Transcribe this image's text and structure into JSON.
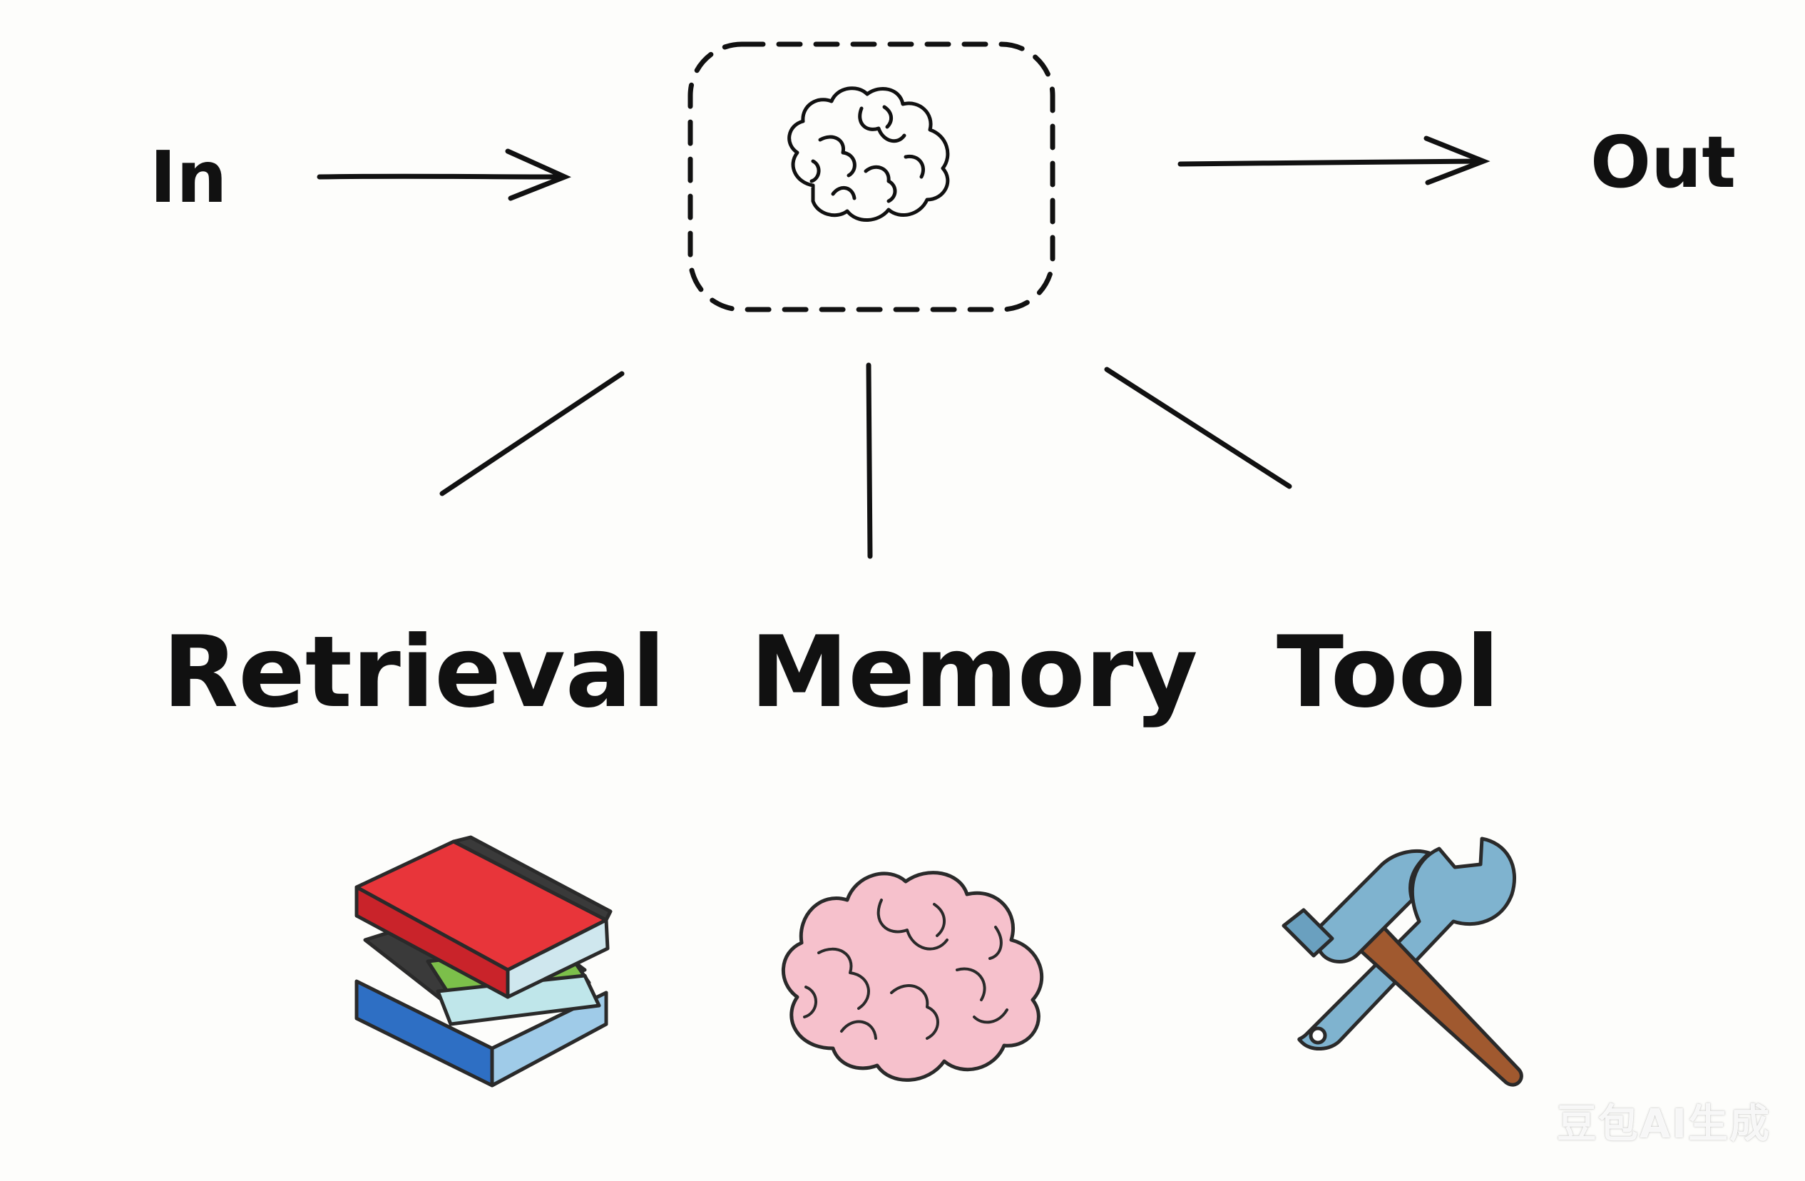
{
  "diagram": {
    "input_label": "In",
    "output_label": "Out",
    "center": {
      "icon": "brain-outline-icon"
    },
    "modules": [
      {
        "label": "Retrieval",
        "icon": "books-icon"
      },
      {
        "label": "Memory",
        "icon": "brain-pink-icon"
      },
      {
        "label": "Tool",
        "icon": "hammer-wrench-icon"
      }
    ],
    "colors": {
      "ink": "#111111",
      "book_red": "#e8353a",
      "book_green": "#7cbf4a",
      "book_blue": "#2e6fc4",
      "book_dark": "#3a3a3a",
      "brain_pink": "#f6c1cc",
      "tool_metal": "#7fb3cf",
      "tool_handle": "#a0592f"
    }
  },
  "watermark": "豆包AI生成"
}
